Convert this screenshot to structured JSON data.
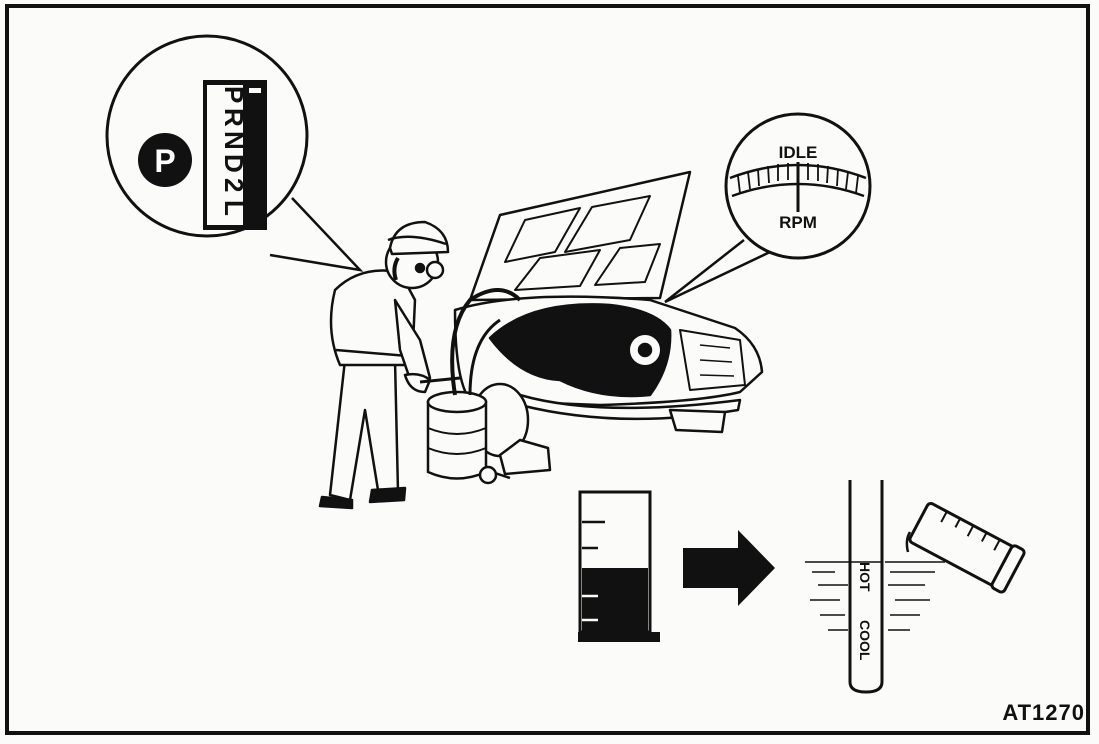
{
  "figure_id": "AT1270",
  "shift_callout": {
    "badge": "P",
    "gear_positions": [
      "P",
      "R",
      "N",
      "D",
      "2",
      "L"
    ]
  },
  "tach_callout": {
    "top_label": "IDLE",
    "bottom_label": "RPM"
  },
  "dipstick": {
    "hot_label": "HOT",
    "cool_label": "COOL"
  },
  "colors": {
    "ink": "#111111",
    "paper": "#fbfbf9"
  }
}
